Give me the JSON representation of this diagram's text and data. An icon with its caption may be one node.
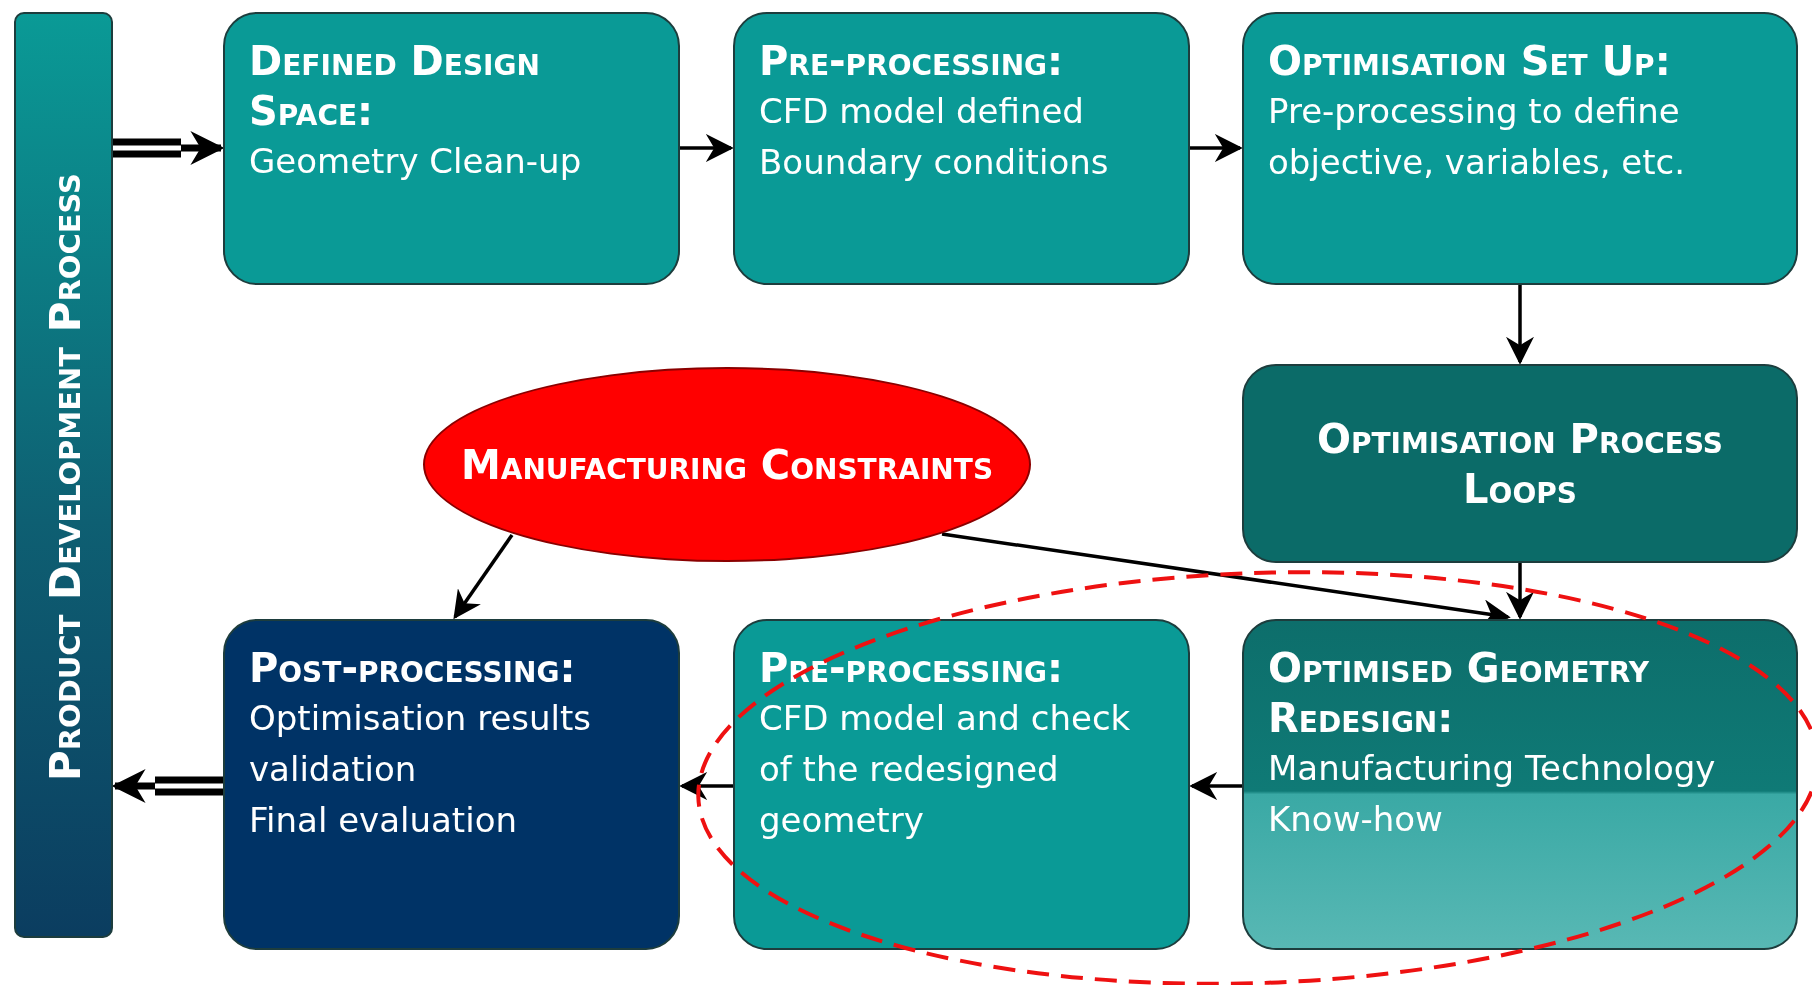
{
  "diagram": {
    "nodes": [
      {
        "text": [
          "Product Development Process"
        ]
      },
      {
        "text": [
          "Defined Design Space:",
          "Geometry Clean-up"
        ]
      },
      {
        "text": [
          "Pre-processing:",
          "CFD model defined",
          "Boundary conditions"
        ]
      },
      {
        "text": [
          "Optimisation Set Up:",
          "Pre-processing to define objective, variables, etc."
        ]
      },
      {
        "text": [
          "Optimisation Process Loops"
        ]
      },
      {
        "text": [
          "Manufacturing Constraints"
        ]
      },
      {
        "text": [
          "Post-processing:",
          "Optimisation results validation",
          "Final evaluation"
        ]
      },
      {
        "text": [
          "Pre-processing:",
          "CFD model and check of the redesigned geometry"
        ]
      },
      {
        "text": [
          "Optimised Geometry Redesign:",
          "Manufacturing Technology Know-how"
        ]
      }
    ],
    "edges": [
      {
        "from": 0,
        "to": 1,
        "arrow": "to",
        "style": "thick"
      },
      {
        "from": 1,
        "to": 2,
        "arrow": "to"
      },
      {
        "from": 2,
        "to": 3,
        "arrow": "to"
      },
      {
        "from": 3,
        "to": 4,
        "arrow": "to"
      },
      {
        "from": 4,
        "to": 8,
        "arrow": "to"
      },
      {
        "from": 5,
        "to": 8,
        "arrow": "to"
      },
      {
        "from": 5,
        "to": 6,
        "arrow": "to"
      },
      {
        "from": 8,
        "to": 7,
        "arrow": "to"
      },
      {
        "from": 7,
        "to": 6,
        "arrow": "to"
      },
      {
        "from": 6,
        "to": 0,
        "arrow": "to",
        "style": "thick"
      }
    ]
  }
}
